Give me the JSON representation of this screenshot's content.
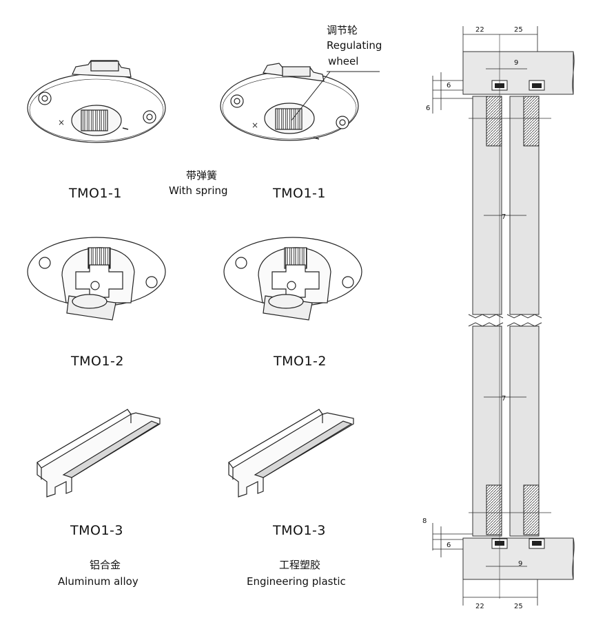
{
  "callout": {
    "cn": "调节轮",
    "en_line1": "Regulating",
    "en_line2": "wheel"
  },
  "spring_note": {
    "cn": "带弹簧",
    "en": "With spring"
  },
  "items": [
    {
      "code": "TMO1-1"
    },
    {
      "code": "TMO1-1"
    },
    {
      "code": "TMO1-2"
    },
    {
      "code": "TMO1-2"
    },
    {
      "code": "TMO1-3"
    },
    {
      "code": "TMO1-3"
    }
  ],
  "materials": [
    {
      "cn": "铝合金",
      "en": "Aluminum alloy"
    },
    {
      "cn": "工程塑胶",
      "en": "Engineering plastic"
    }
  ],
  "dimensions": {
    "top_left": "22",
    "top_right": "25",
    "top_gap": "9",
    "top_v1": "6",
    "top_v2": "6",
    "mid_gap_1": "7",
    "mid_gap_2": "7",
    "bot_v1": "8",
    "bot_v2": "6",
    "bot_gap": "9",
    "bot_left": "22",
    "bot_right": "25"
  }
}
